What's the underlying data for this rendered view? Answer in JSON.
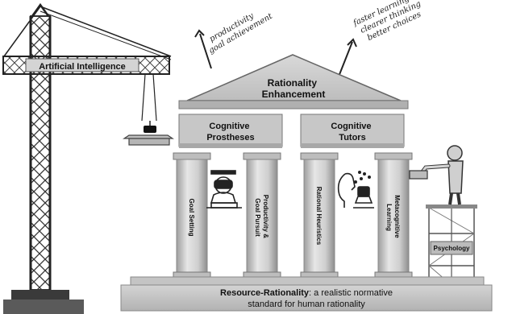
{
  "crane": {
    "label": "Artificial Intelligence"
  },
  "roof": {
    "title_line1": "Rationality",
    "title_line2": "Enhancement"
  },
  "arrows": {
    "left": [
      "productivity",
      "goal achievement"
    ],
    "right": [
      "faster learning",
      "clearer thinking",
      "better choices"
    ]
  },
  "beams": {
    "left": [
      "Cognitive",
      "Prostheses"
    ],
    "right": [
      "Cognitive",
      "Tutors"
    ]
  },
  "pillars": [
    [
      "Goal Setting"
    ],
    [
      "Productivity &",
      "Goal Pursuit"
    ],
    [
      "Rational Heuristics"
    ],
    [
      "Metacognitive",
      "Learning"
    ]
  ],
  "scaffold": {
    "label": "Psychology"
  },
  "base": {
    "bold": "Resource-Rationality",
    "rest": ": a realistic normative",
    "line2": "standard for human rationality"
  },
  "colors": {
    "stone": "#c9c9c9",
    "stone_dark": "#a7a7a7",
    "ink": "#111111"
  }
}
